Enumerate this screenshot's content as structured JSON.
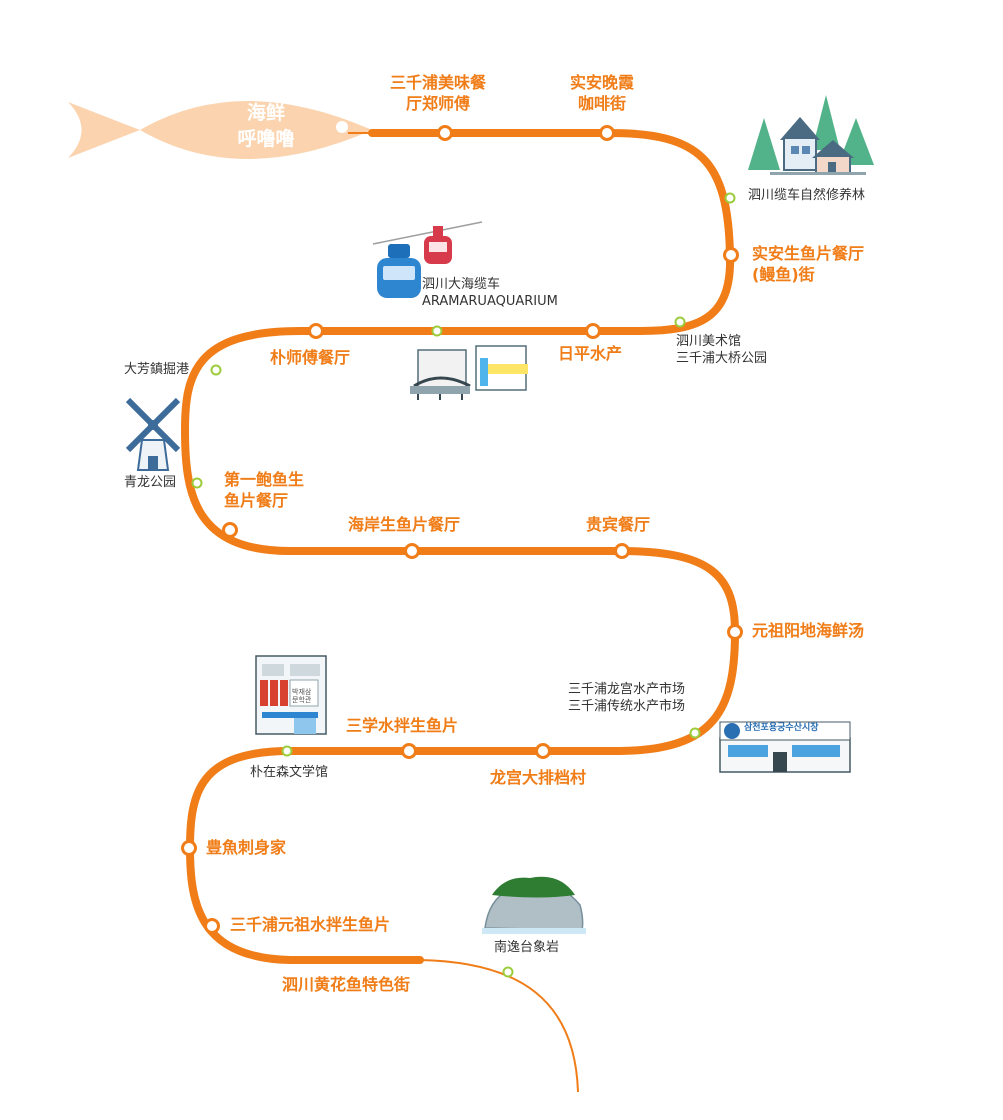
{
  "colors": {
    "route": "#f07d18",
    "fish": "#fbd3ae",
    "stop_ring": "#f07d18",
    "landmark_ring": "#9ccc3c",
    "label_food": "#f07d18",
    "label_place": "#333333"
  },
  "title": {
    "line1": "海鲜",
    "line2": "呼噜噜"
  },
  "restaurants": [
    {
      "id": "samcheonpo-tasty",
      "line1": "三千浦美味餐",
      "line2": "厅郑师傅"
    },
    {
      "id": "sunset-cafe",
      "line1": "实安晚霞",
      "line2": "咖啡街"
    },
    {
      "id": "eel-street",
      "line1": "实安生鱼片餐厅",
      "line2": "(鳗鱼)街"
    },
    {
      "id": "ilpyeong",
      "line1": "日平水产"
    },
    {
      "id": "park-master",
      "line1": "朴师傅餐厅"
    },
    {
      "id": "first-abalone",
      "line1": "第一鲍鱼生",
      "line2": "鱼片餐厅"
    },
    {
      "id": "coast-sashimi",
      "line1": "海岸生鱼片餐厅"
    },
    {
      "id": "guest",
      "line1": "贵宾餐厅"
    },
    {
      "id": "wonjo-soup",
      "line1": "元祖阳地海鲜汤"
    },
    {
      "id": "samhak",
      "line1": "三学水拌生鱼片"
    },
    {
      "id": "dragon-village",
      "line1": "龙宫大排档村"
    },
    {
      "id": "pungeo",
      "line1": "豊魚刺身家"
    },
    {
      "id": "wonjo-mulhoe",
      "line1": "三千浦元祖水拌生鱼片"
    },
    {
      "id": "yellow-croaker",
      "line1": "泗川黄花鱼特色街"
    }
  ],
  "landmarks": [
    {
      "id": "forest",
      "line1": "泗川缆车自然修养林"
    },
    {
      "id": "cablecar",
      "line1": "泗川大海缆车",
      "line2": "ARAMARUAQUARIUM"
    },
    {
      "id": "museum-park",
      "line1": "泗川美术馆",
      "line2": "三千浦大桥公园"
    },
    {
      "id": "port",
      "line1": "大芳鎮掘港"
    },
    {
      "id": "cheongryong",
      "line1": "青龙公园"
    },
    {
      "id": "markets",
      "line1": "三千浦龙宫水产市场",
      "line2": "三千浦传统水产市场"
    },
    {
      "id": "literature",
      "line1": "朴在森文学馆"
    },
    {
      "id": "rock",
      "line1": "南逸台象岩"
    }
  ],
  "icons": [
    "fish-icon",
    "forest-house-icon",
    "cable-car-icon",
    "aquarium-building-icon",
    "windmill-icon",
    "market-building-icon",
    "literature-museum-icon",
    "rock-island-icon"
  ],
  "market_sign": "삼천포용궁수산시장",
  "museum_sign": "박재삼 문학관"
}
